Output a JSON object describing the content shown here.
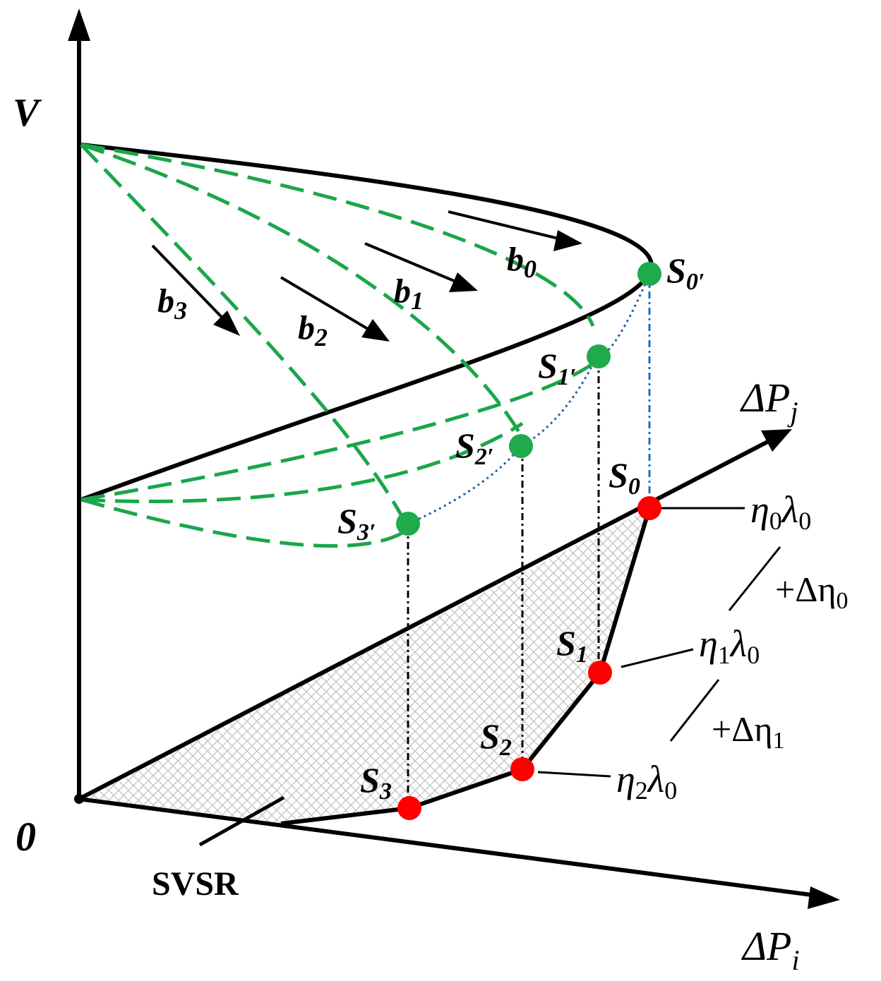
{
  "axes": {
    "vertical_label": "V",
    "pj_label": "ΔP",
    "pj_sub": "j",
    "pi_label": "ΔP",
    "pi_sub": "i",
    "origin_label": "0"
  },
  "arrows": [
    {
      "name": "b",
      "sub": "0"
    },
    {
      "name": "b",
      "sub": "1"
    },
    {
      "name": "b",
      "sub": "2"
    },
    {
      "name": "b",
      "sub": "3"
    }
  ],
  "upper_points": [
    {
      "name": "S",
      "sub": "0′"
    },
    {
      "name": "S",
      "sub": "1′"
    },
    {
      "name": "S",
      "sub": "2′"
    },
    {
      "name": "S",
      "sub": "3′"
    }
  ],
  "lower_points": [
    {
      "name": "S",
      "sub": "0"
    },
    {
      "name": "S",
      "sub": "1"
    },
    {
      "name": "S",
      "sub": "2"
    },
    {
      "name": "S",
      "sub": "3"
    }
  ],
  "eta_labels": [
    {
      "eta": "η",
      "eta_sub": "0",
      "lam": "λ",
      "lam_sub": "0"
    },
    {
      "eta": "η",
      "eta_sub": "1",
      "lam": "λ",
      "lam_sub": "0"
    },
    {
      "eta": "η",
      "eta_sub": "2",
      "lam": "λ",
      "lam_sub": "0"
    }
  ],
  "increments": [
    {
      "prefix": "+Δη",
      "sub": "0"
    },
    {
      "prefix": "+Δη",
      "sub": "1"
    }
  ],
  "region_label": "SVSR",
  "colors": {
    "axis": "#000000",
    "curve_green": "#1aa64a",
    "point_green": "#1faa4c",
    "point_red": "#ff0000",
    "dotted_blue": "#1f5fa8",
    "hatch": "#c8c8c8"
  }
}
